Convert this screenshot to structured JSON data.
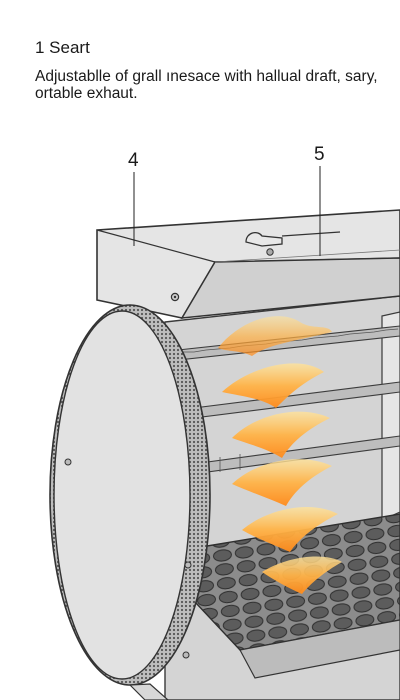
{
  "heading": "1 Seart",
  "caption": "Adjustablle of grall ınesace with hallual draft, sary, ortable exhaut.",
  "callouts": [
    {
      "label": "4"
    },
    {
      "label": "5"
    }
  ],
  "colors": {
    "line": "#3a3a3a",
    "metal_light": "#e3e3e3",
    "metal_mid": "#cfcfcf",
    "interior": "#d2d2d2",
    "flame_light": "#ffd27a",
    "flame_mid": "#ffb347",
    "flame_deep": "#ff8c1a"
  }
}
